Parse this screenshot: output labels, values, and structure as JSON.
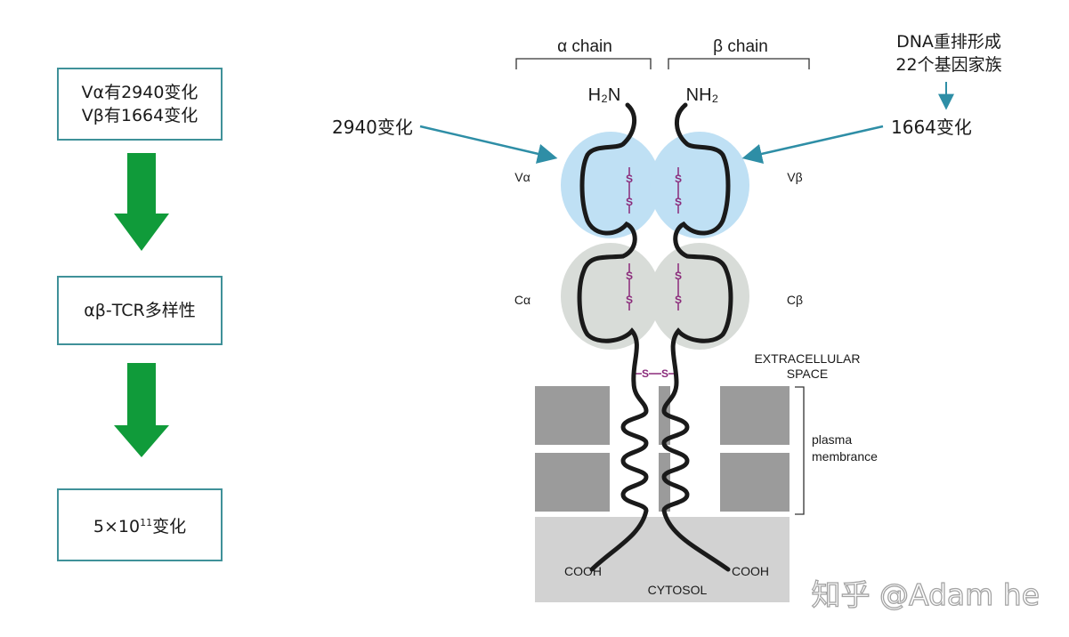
{
  "flow": {
    "box1_line1": "Vα有2940变化",
    "box1_line2": "Vβ有1664变化",
    "box2": "αβ-TCR多样性",
    "box3_base": "5×10",
    "box3_exp": "11",
    "box3_suffix": "变化",
    "arrow_color": "#109b3a",
    "border_color": "#3f9199"
  },
  "diagram": {
    "alpha_chain": "α chain",
    "beta_chain": "β chain",
    "n_term_alpha": "H₂N",
    "n_term_beta": "NH₂",
    "v_alpha": "Vα",
    "v_beta": "Vβ",
    "c_alpha": "Cα",
    "c_beta": "Cβ",
    "disulfide": "S",
    "extracellular_line1": "EXTRACELLULAR",
    "extracellular_line2": "SPACE",
    "membrane_line1": "plasma",
    "membrane_line2": "membrance",
    "cooh_left": "COOH",
    "cooh_right": "COOH",
    "cytosol": "CYTOSOL",
    "v_domain_color": "#bfe0f4",
    "c_domain_color": "#d8dcd8",
    "disulfide_color": "#8a2a7a",
    "pointer_color": "#2e8ea6"
  },
  "annotations": {
    "left_variation": "2940变化",
    "right_variation": "1664变化",
    "dna_line1": "DNA重排形成",
    "dna_line2": "22个基因家族"
  },
  "watermark": "知乎 @Adam he"
}
